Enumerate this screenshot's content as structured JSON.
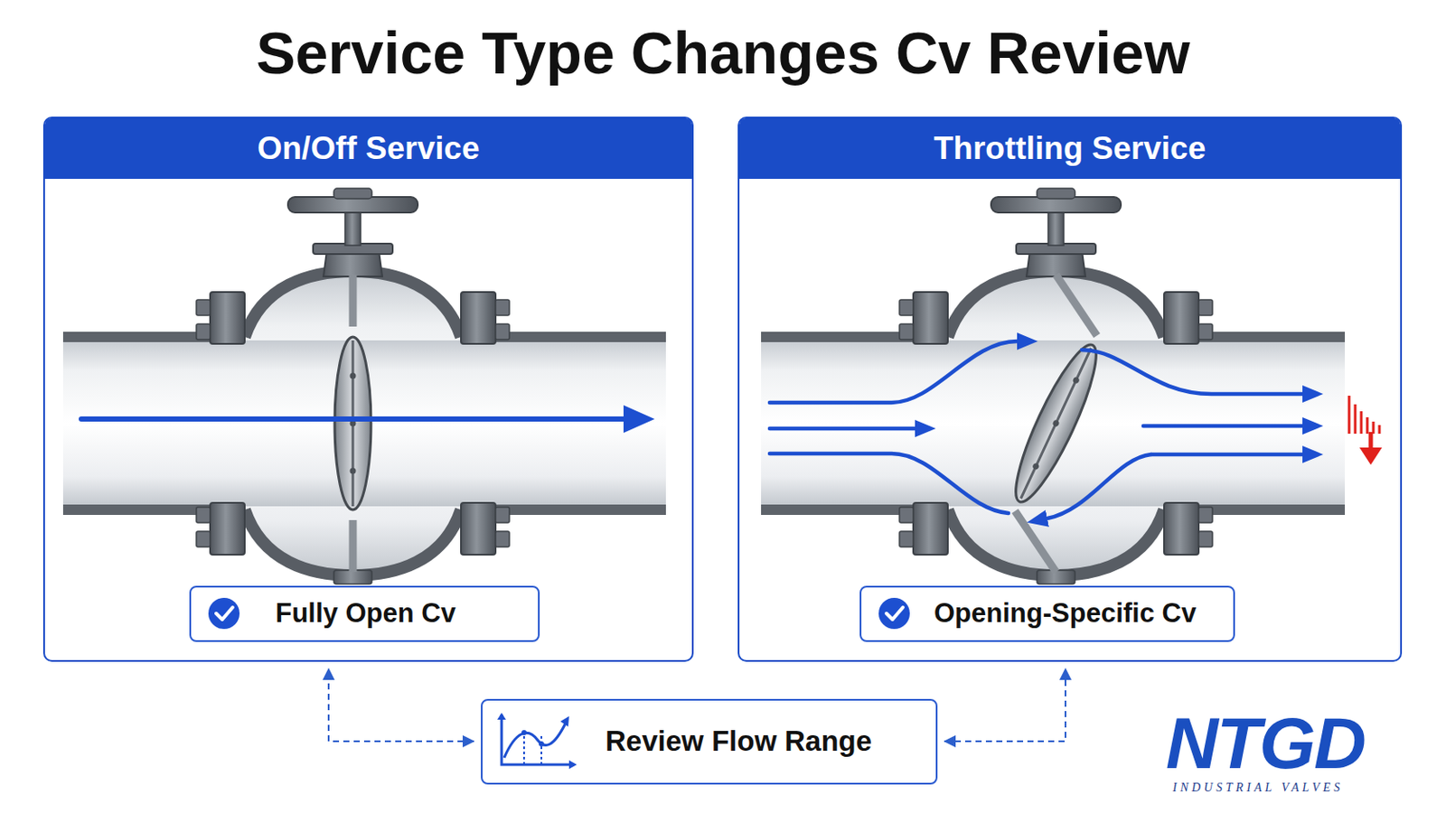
{
  "diagram": {
    "title": "Service Type Changes Cv Review",
    "nodes": [
      {
        "text": [
          "On/Off Service"
        ]
      },
      {
        "text": [
          "Fully Open Cv"
        ],
        "in": 0
      },
      {
        "text": [
          "Throttling Service"
        ]
      },
      {
        "text": [
          "Opening-Specific Cv"
        ],
        "in": 2
      },
      {
        "text": [
          "Review Flow Range"
        ]
      }
    ],
    "edges": [
      {
        "from": 4,
        "to": 0,
        "arrow": "both"
      },
      {
        "from": 4,
        "to": 2,
        "arrow": "both"
      }
    ],
    "labels": [
      "NTGD",
      "INDUSTRIAL VALVES"
    ]
  }
}
